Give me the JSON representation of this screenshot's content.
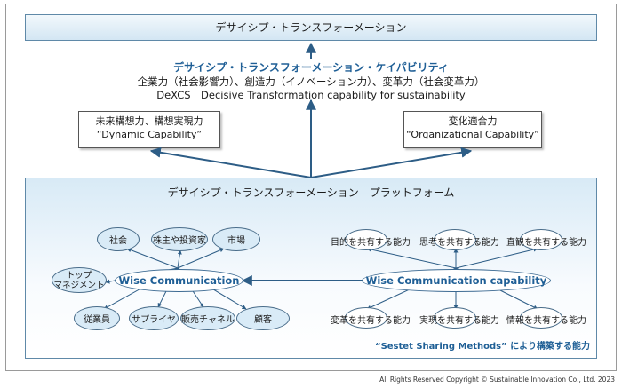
{
  "top_box": "デサイシプ・トランスフォーメーション",
  "capability": {
    "title": "デサイシプ・トランスフォーメーション・ケイパビリティ",
    "subtitle": "企業力（社会影響力）、創造力（イノベーション力）、変革力（社会変革力）",
    "english": "DeXCS　Decisive Transformation capability for sustainability"
  },
  "left_box": {
    "line1": "未来構想力、構想実現力",
    "line2": "“Dynamic Capability”"
  },
  "right_box": {
    "line1": "変化適合力",
    "line2": "“Organizational Capability”"
  },
  "platform": {
    "title": "デサイシプ・トランスフォーメーション　プラットフォーム",
    "wise_communication": "Wise Communication",
    "stakeholders": {
      "society": "社会",
      "shareholders": "株主や投資家",
      "market": "市場",
      "top_management": "トップ\nマネジメント",
      "employees": "従業員",
      "suppliers": "サプライヤ",
      "sales_channels": "販売チャネル",
      "customers": "顧客"
    },
    "wise_communication_capability": "Wise Communication capability",
    "capabilities": {
      "purpose": "目的を共有する能力",
      "thinking": "思考を共有する能力",
      "intuition": "直観を共有する能力",
      "change": "変革を共有する能力",
      "practice": "実現を共有する能力",
      "information": "情報を共有する能力"
    },
    "sestet": "“Sestet Sharing Methods” により構築する能力"
  },
  "copyright": "All Rights Reserved Copyright © Sustainable Innovation Co., Ltd. 2023"
}
